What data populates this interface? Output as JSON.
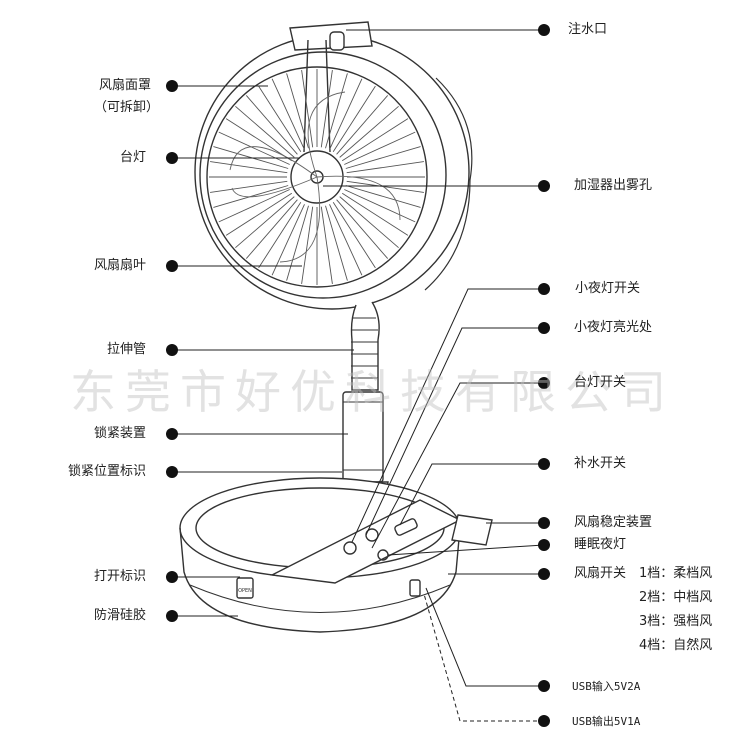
{
  "watermark": "东莞市好优科技有限公司",
  "labels_left": {
    "cover": "风扇面罩",
    "cover_note": "（可拆卸）",
    "lamp": "台灯",
    "blade": "风扇扇叶",
    "pole": "拉伸管",
    "lock": "锁紧装置",
    "lock_mark": "锁紧位置标识",
    "open_mark": "打开标识",
    "rubber": "防滑硅胶"
  },
  "labels_right": {
    "inlet": "注水口",
    "mist": "加湿器出雾孔",
    "night_switch": "小夜灯开关",
    "night_glow": "小夜灯亮光处",
    "lamp_switch": "台灯开关",
    "refill_switch": "补水开关",
    "stabilizer": "风扇稳定装置",
    "sleep_light": "睡眠夜灯",
    "fan_switch": "风扇开关",
    "speed1": "1档：柔档风",
    "speed2": "2档：中档风",
    "speed3": "3档：强档风",
    "speed4": "4档：自然风",
    "usb_in": "USB输入5V2A",
    "usb_out": "USB输出5V1A"
  },
  "product_marks": {
    "open_text": "OPEN"
  }
}
